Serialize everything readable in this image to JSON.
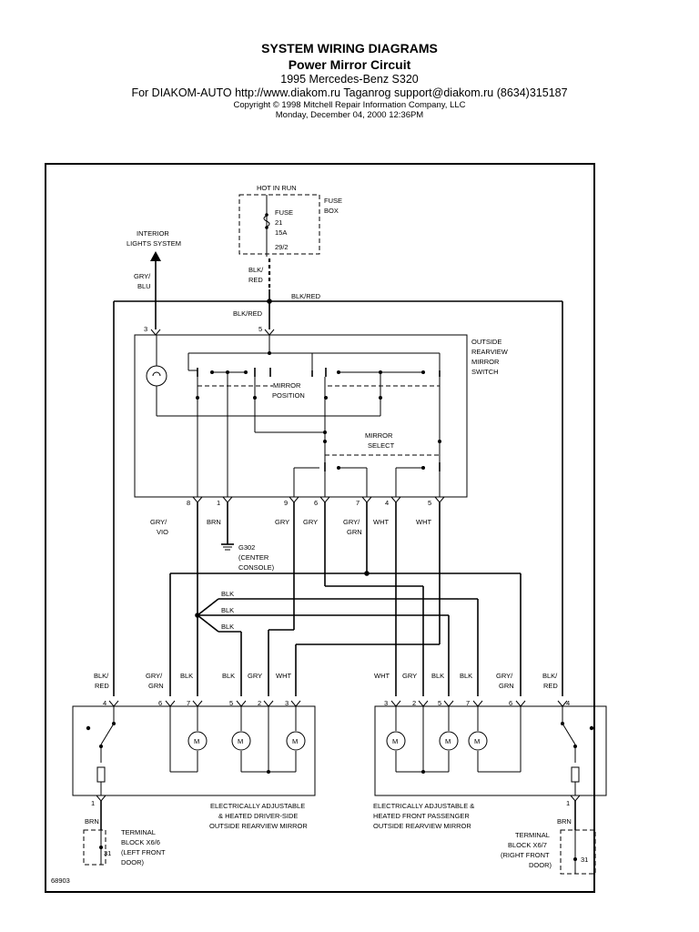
{
  "header": {
    "title": "SYSTEM WIRING DIAGRAMS",
    "subtitle": "Power Mirror Circuit",
    "vehicle": "1995 Mercedes-Benz S320",
    "contact": "For DIAKOM-AUTO http://www.diakom.ru Taganrog support@diakom.ru (8634)315187",
    "copyright": "Copyright © 1998 Mitchell Repair Information Company, LLC",
    "date": "Monday, December 04, 2000  12:36PM"
  },
  "diagram": {
    "hot_in_run": "HOT IN RUN",
    "fuse_label": "FUSE",
    "fuse_num": "21",
    "fuse_amp": "15A",
    "fuse_pin": "29/2",
    "fuse_box_1": "FUSE",
    "fuse_box_2": "BOX",
    "interior_1": "INTERIOR",
    "interior_2": "LIGHTS SYSTEM",
    "gry_blu_1": "GRY/",
    "gry_blu_2": "BLU",
    "blk_red_1": "BLK/",
    "blk_red_2": "RED",
    "blk_red_top": "BLK/RED",
    "blk_red_mid": "BLK/RED",
    "pin_3": "3",
    "pin_5": "5",
    "switch_1": "OUTSIDE",
    "switch_2": "REARVIEW",
    "switch_3": "MIRROR",
    "switch_4": "SWITCH",
    "mirror_position_1": "MIRROR",
    "mirror_position_2": "POSITION",
    "mirror_select_1": "MIRROR",
    "mirror_select_2": "SELECT",
    "sw_pin_8": "8",
    "sw_pin_1": "1",
    "sw_pin_9": "9",
    "sw_pin_6": "6",
    "sw_pin_7": "7",
    "sw_pin_4": "4",
    "sw_pin_5": "5",
    "w_gry_vio_1": "GRY/",
    "w_gry_vio_2": "VIO",
    "w_brn": "BRN",
    "w_gry_a": "GRY",
    "w_gry_b": "GRY",
    "w_gry_grn_1": "GRY/",
    "w_gry_grn_2": "GRN",
    "w_wht_a": "WHT",
    "w_wht_b": "WHT",
    "g302_1": "G302",
    "g302_2": "(CENTER",
    "g302_3": "CONSOLE)",
    "blk_1": "BLK",
    "blk_2": "BLK",
    "blk_3": "BLK",
    "l_blk_red_1": "BLK/",
    "l_blk_red_2": "RED",
    "l_gry_grn_1": "GRY/",
    "l_gry_grn_2": "GRN",
    "l_blk_a": "BLK",
    "l_blk_b": "BLK",
    "l_gry": "GRY",
    "l_wht": "WHT",
    "r_wht": "WHT",
    "r_gry": "GRY",
    "r_blk_a": "BLK",
    "r_blk_b": "BLK",
    "r_gry_grn_1": "GRY/",
    "r_gry_grn_2": "GRN",
    "r_blk_red_1": "BLK/",
    "r_blk_red_2": "RED",
    "l_pin_4": "4",
    "l_pin_6": "6",
    "l_pin_7": "7",
    "l_pin_5": "5",
    "l_pin_2": "2",
    "l_pin_3": "3",
    "r_pin_3": "3",
    "r_pin_2": "2",
    "r_pin_5": "5",
    "r_pin_7": "7",
    "r_pin_6": "6",
    "r_pin_4": "4",
    "l_pin_1": "1",
    "r_pin_1": "1",
    "motor_m": "M",
    "left_mirror_1": "ELECTRICALLY ADJUSTABLE",
    "left_mirror_2": "& HEATED DRIVER-SIDE",
    "left_mirror_3": "OUTSIDE REARVIEW MIRROR",
    "right_mirror_1": "ELECTRICALLY ADJUSTABLE &",
    "right_mirror_2": "HEATED FRONT PASSENGER",
    "right_mirror_3": "OUTSIDE REARVIEW MIRROR",
    "l_brn": "BRN",
    "r_brn": "BRN",
    "l_31": "31",
    "r_31": "31",
    "l_tb_1": "TERMINAL",
    "l_tb_2": "BLOCK X6/6",
    "l_tb_3": "(LEFT FRONT",
    "l_tb_4": "DOOR)",
    "r_tb_1": "TERMINAL",
    "r_tb_2": "BLOCK X6/7",
    "r_tb_3": "(RIGHT FRONT",
    "r_tb_4": "DOOR)",
    "figure_id": "68903"
  }
}
